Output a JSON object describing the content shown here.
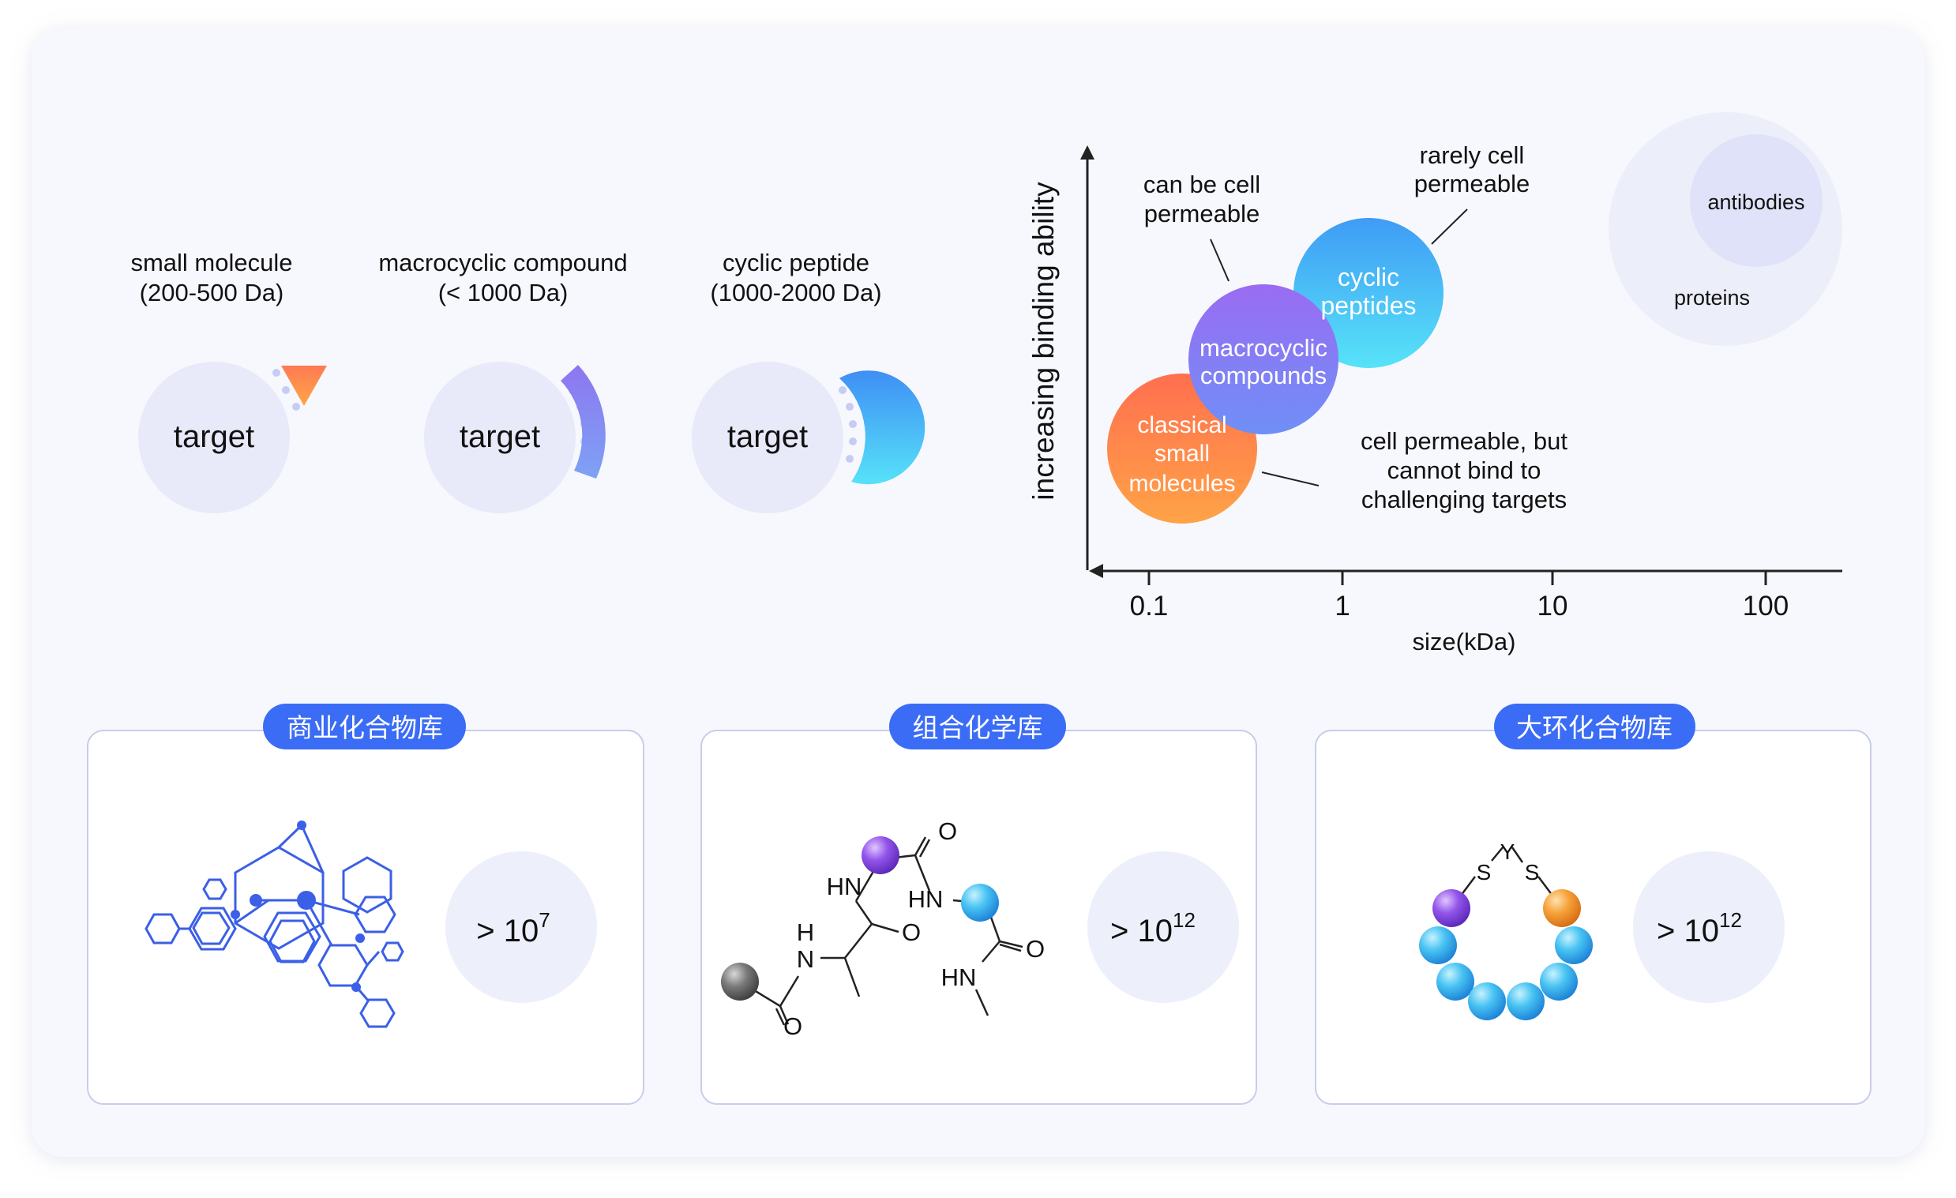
{
  "comparisons": [
    {
      "title_line1": "small molecule",
      "title_line2": "(200-500 Da)",
      "target_label": "target"
    },
    {
      "title_line1": "macrocyclic compound",
      "title_line2": "(< 1000 Da)",
      "target_label": "target"
    },
    {
      "title_line1": "cyclic peptide",
      "title_line2": "(1000-2000 Da)",
      "target_label": "target"
    }
  ],
  "chart": {
    "ylabel": "increasing binding ability",
    "xlabel": "size(kDa)",
    "xticks": [
      "0.1",
      "1",
      "10",
      "100"
    ],
    "bubbles": {
      "classical": [
        "classical",
        "small",
        "molecules"
      ],
      "macrocyclic": [
        "macrocyclic",
        "compounds"
      ],
      "cyclic": [
        "cyclic",
        "peptides"
      ],
      "antibodies": "antibodies",
      "proteins": "proteins"
    },
    "annotations": {
      "can_be_cell": [
        "can be cell",
        "permeable"
      ],
      "rarely": [
        "rarely cell",
        "permeable"
      ],
      "cell_perm": [
        "cell permeable, but",
        "cannot bind to",
        "challenging targets"
      ]
    }
  },
  "libraries": [
    {
      "title": "商业化合物库",
      "count_base": "> 10",
      "count_exp": "7"
    },
    {
      "title": "组合化学库",
      "count_base": "> 10",
      "count_exp": "12"
    },
    {
      "title": "大环化合物库",
      "count_base": "> 10",
      "count_exp": "12"
    }
  ],
  "chem_labels": {
    "HN1": "HN",
    "HN2": "HN",
    "HN3": "HN",
    "H": "H",
    "N": "N",
    "O": "O",
    "S": "S",
    "Y": "Y"
  },
  "colors": {
    "accent_blue": "#3b6cf6",
    "panel_bg": "#f7f8fd",
    "card_border": "#c9cdea",
    "target_circle": "#e8eaf9"
  }
}
